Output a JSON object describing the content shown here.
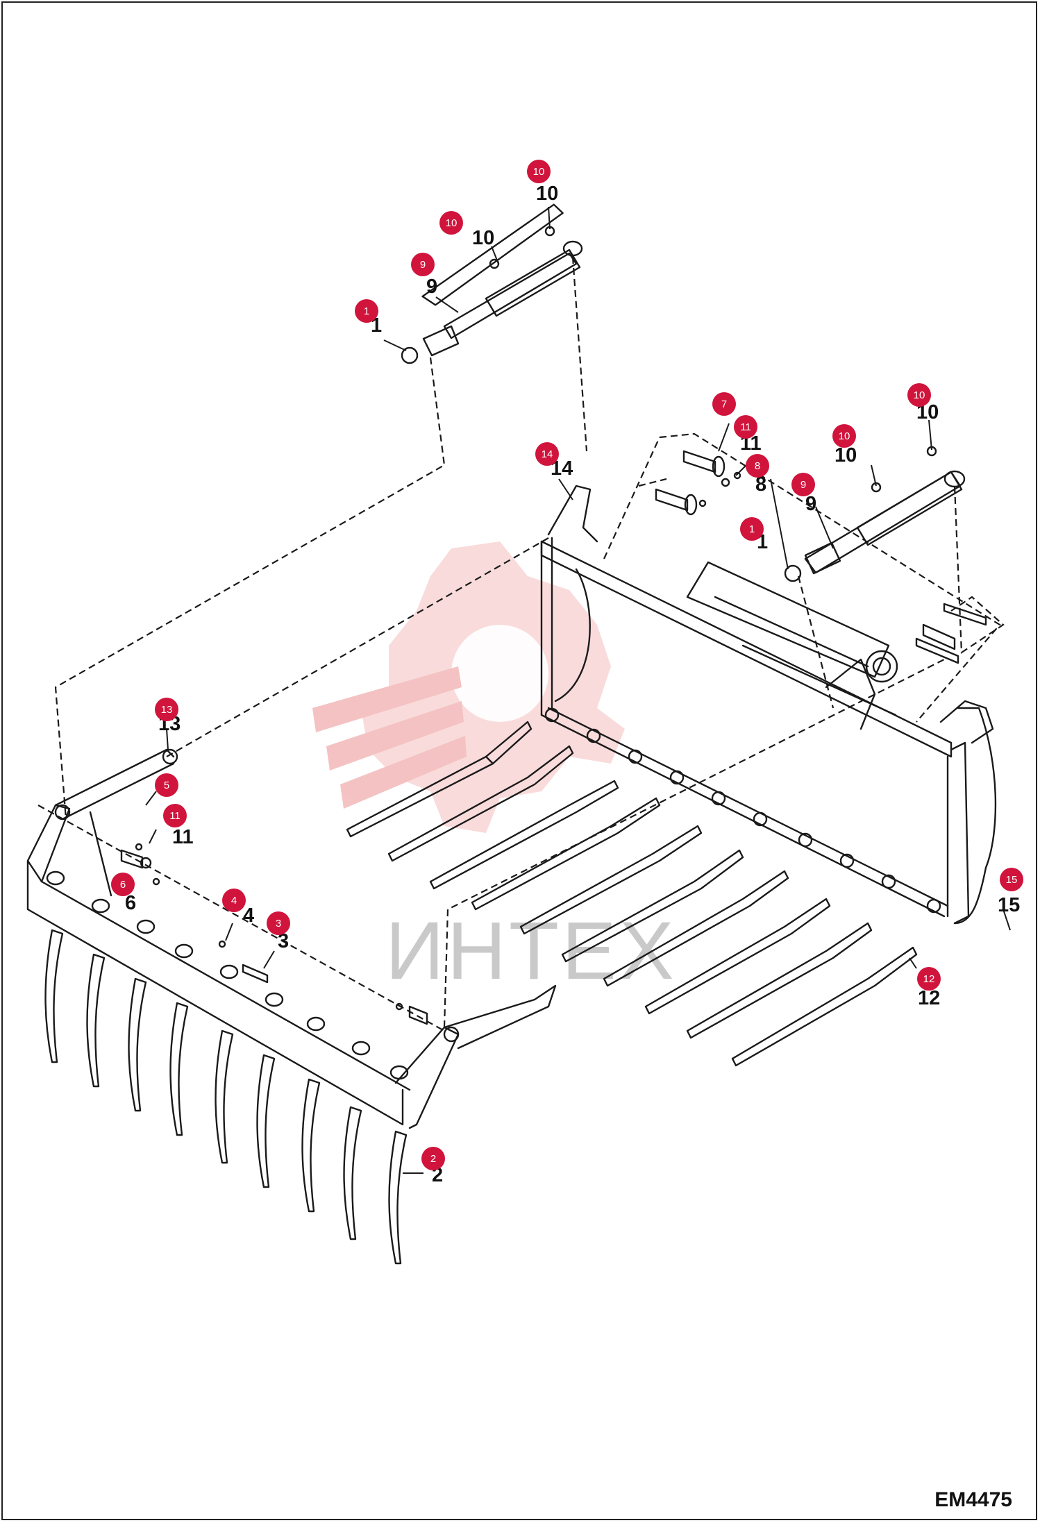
{
  "drawing_code": "EM4475",
  "watermark": {
    "text": "ИНТЕХ",
    "color": "#f3b8b8"
  },
  "badge_color": "#d0143c",
  "callouts": [
    {
      "id": "c1a",
      "number": "1"
    },
    {
      "id": "c9a",
      "number": "9"
    },
    {
      "id": "c10a",
      "number": "10"
    },
    {
      "id": "c10b",
      "number": "10"
    },
    {
      "id": "c14",
      "number": "14"
    },
    {
      "id": "c7",
      "number": "7"
    },
    {
      "id": "c11a",
      "number": "11"
    },
    {
      "id": "c8",
      "number": "8"
    },
    {
      "id": "c1b",
      "number": "1"
    },
    {
      "id": "c9b",
      "number": "9"
    },
    {
      "id": "c10c",
      "number": "10"
    },
    {
      "id": "c10d",
      "number": "10"
    },
    {
      "id": "c13",
      "number": "13"
    },
    {
      "id": "c5",
      "number": "5"
    },
    {
      "id": "c11b",
      "number": "11"
    },
    {
      "id": "c6",
      "number": "6"
    },
    {
      "id": "c4",
      "number": "4"
    },
    {
      "id": "c3",
      "number": "3"
    },
    {
      "id": "c15",
      "number": "15"
    },
    {
      "id": "c12",
      "number": "12"
    },
    {
      "id": "c2",
      "number": "2"
    }
  ]
}
